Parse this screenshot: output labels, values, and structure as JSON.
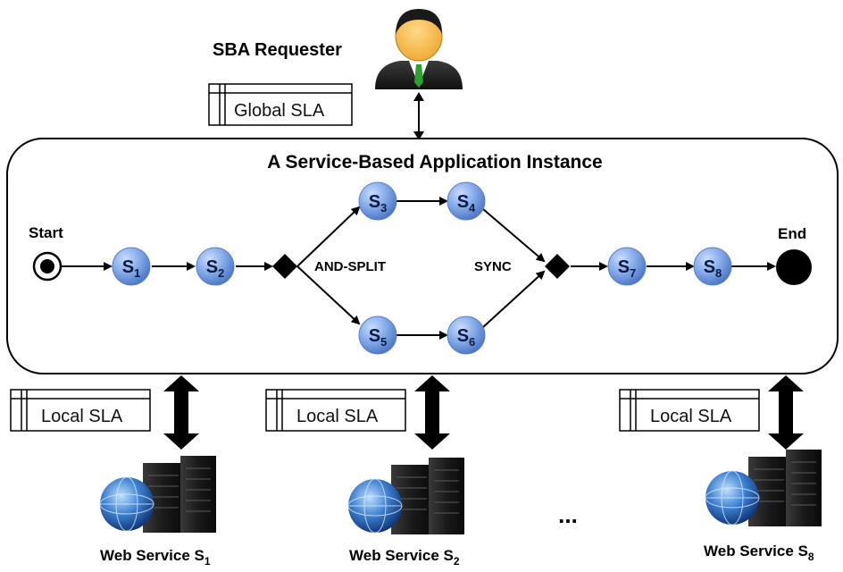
{
  "requester": {
    "label": "SBA Requester"
  },
  "global_sla": "Global SLA",
  "app": {
    "title": "A Service-Based Application Instance"
  },
  "start_label": "Start",
  "end_label": "End",
  "and_split_label": "AND-SPLIT",
  "sync_label": "SYNC",
  "nodes": [
    {
      "id": "s1",
      "base": "S",
      "sub": "1"
    },
    {
      "id": "s2",
      "base": "S",
      "sub": "2"
    },
    {
      "id": "s3",
      "base": "S",
      "sub": "3"
    },
    {
      "id": "s4",
      "base": "S",
      "sub": "4"
    },
    {
      "id": "s5",
      "base": "S",
      "sub": "5"
    },
    {
      "id": "s6",
      "base": "S",
      "sub": "6"
    },
    {
      "id": "s7",
      "base": "S",
      "sub": "7"
    },
    {
      "id": "s8",
      "base": "S",
      "sub": "8"
    }
  ],
  "local_sla": [
    "Local SLA",
    "Local SLA",
    "Local SLA"
  ],
  "web_services": [
    {
      "base": "Web Service S",
      "sub": "1"
    },
    {
      "base": "Web Service S",
      "sub": "2"
    },
    {
      "base": "Web Service S",
      "sub": "8"
    }
  ],
  "ellipsis": "..."
}
